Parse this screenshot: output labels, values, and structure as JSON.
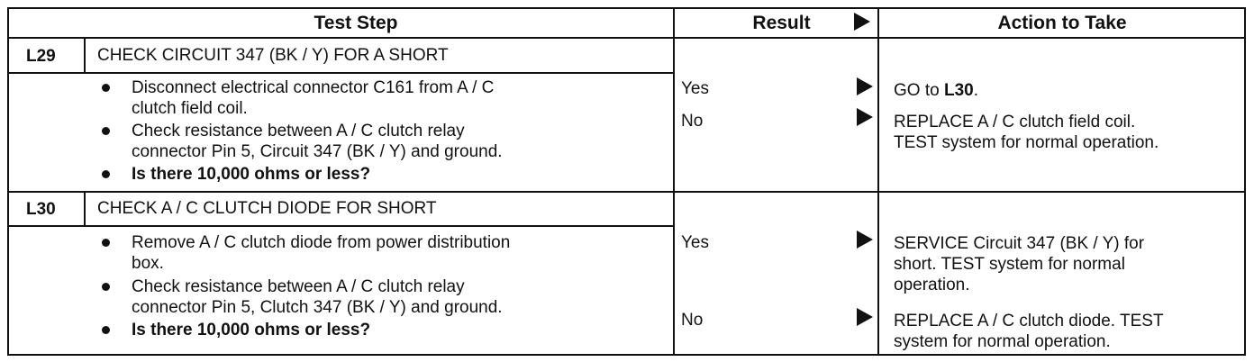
{
  "header": {
    "test_step": "Test Step",
    "result": "Result",
    "action": "Action to Take"
  },
  "steps": [
    {
      "id": "L29",
      "title": "CHECK CIRCUIT 347 (BK / Y) FOR A SHORT",
      "bullets": [
        {
          "lines": [
            "Disconnect electrical connector C161 from A / C",
            "clutch field coil."
          ]
        },
        {
          "lines": [
            "Check resistance between A / C clutch relay",
            "connector Pin 5, Circuit 347 (BK / Y) and ground."
          ]
        },
        {
          "lines": [
            "Is there 10,000 ohms or less?"
          ]
        }
      ],
      "results": [
        {
          "label": "Yes",
          "action_lines": [
            "GO to "
          ],
          "action_bold": "L30",
          "action_tail": "."
        },
        {
          "label": "No",
          "action_lines": [
            "REPLACE A / C clutch field coil.",
            "TEST system for normal operation."
          ]
        }
      ]
    },
    {
      "id": "L30",
      "title": "CHECK A / C CLUTCH DIODE FOR SHORT",
      "bullets": [
        {
          "lines": [
            "Remove A / C clutch diode from power distribution",
            "box."
          ]
        },
        {
          "lines": [
            "Check resistance between A / C clutch relay",
            "connector Pin 5, Clutch 347 (BK / Y) and ground."
          ]
        },
        {
          "lines": [
            "Is there 10,000 ohms or less?"
          ]
        }
      ],
      "results": [
        {
          "label": "Yes",
          "action_lines": [
            "SERVICE Circuit 347 (BK / Y) for",
            "short. TEST system for normal",
            "operation."
          ]
        },
        {
          "label": "No",
          "action_lines": [
            "REPLACE A / C clutch diode. TEST",
            "system for normal operation."
          ]
        }
      ]
    }
  ]
}
